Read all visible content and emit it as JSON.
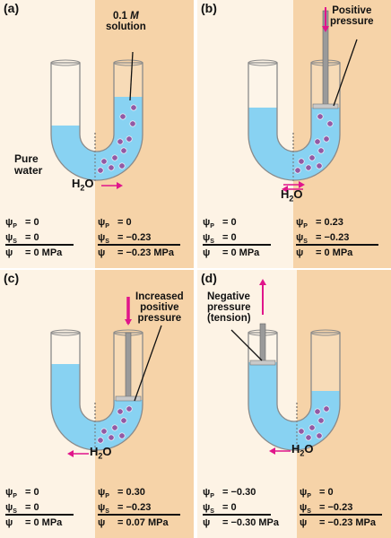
{
  "colors": {
    "left_bg": "#fdf3e5",
    "right_bg": "#f6d3a8",
    "water": "#6ec8ef",
    "water_dark": "#2c9fd6",
    "solute": "#7a3690",
    "arrow": "#e0158b",
    "piston": "#9a9a9a"
  },
  "panels": [
    {
      "letter": "(a)",
      "callouts": [
        "0.1 M",
        "solution"
      ],
      "water_label": [
        "Pure",
        "water"
      ],
      "flow_label": "H2O",
      "left_values": {
        "psi_p": "0",
        "psi_s": "0",
        "psi": "0 MPa"
      },
      "right_values": {
        "psi_p": "0",
        "psi_s": "−0.23",
        "psi": "−0.23 MPa"
      }
    },
    {
      "letter": "(b)",
      "callouts": [
        "Positive",
        "pressure"
      ],
      "flow_label": "H2O",
      "left_values": {
        "psi_p": "0",
        "psi_s": "0",
        "psi": "0 MPa"
      },
      "right_values": {
        "psi_p": "0.23",
        "psi_s": "−0.23",
        "psi": "0 MPa"
      }
    },
    {
      "letter": "(c)",
      "callouts": [
        "Increased",
        "positive",
        "pressure"
      ],
      "flow_label": "H2O",
      "left_values": {
        "psi_p": "0",
        "psi_s": "0",
        "psi": "0 MPa"
      },
      "right_values": {
        "psi_p": "0.30",
        "psi_s": "−0.23",
        "psi": "0.07 MPa"
      }
    },
    {
      "letter": "(d)",
      "callouts": [
        "Negative",
        "pressure",
        "(tension)"
      ],
      "flow_label": "H2O",
      "left_values": {
        "psi_p": "−0.30",
        "psi_s": "0",
        "psi": "−0.30 MPa"
      },
      "right_values": {
        "psi_p": "0",
        "psi_s": "−0.23",
        "psi": "−0.23 MPa"
      }
    }
  ],
  "symbols": {
    "psi": "ψ",
    "p_sub": "P",
    "s_sub": "S"
  }
}
